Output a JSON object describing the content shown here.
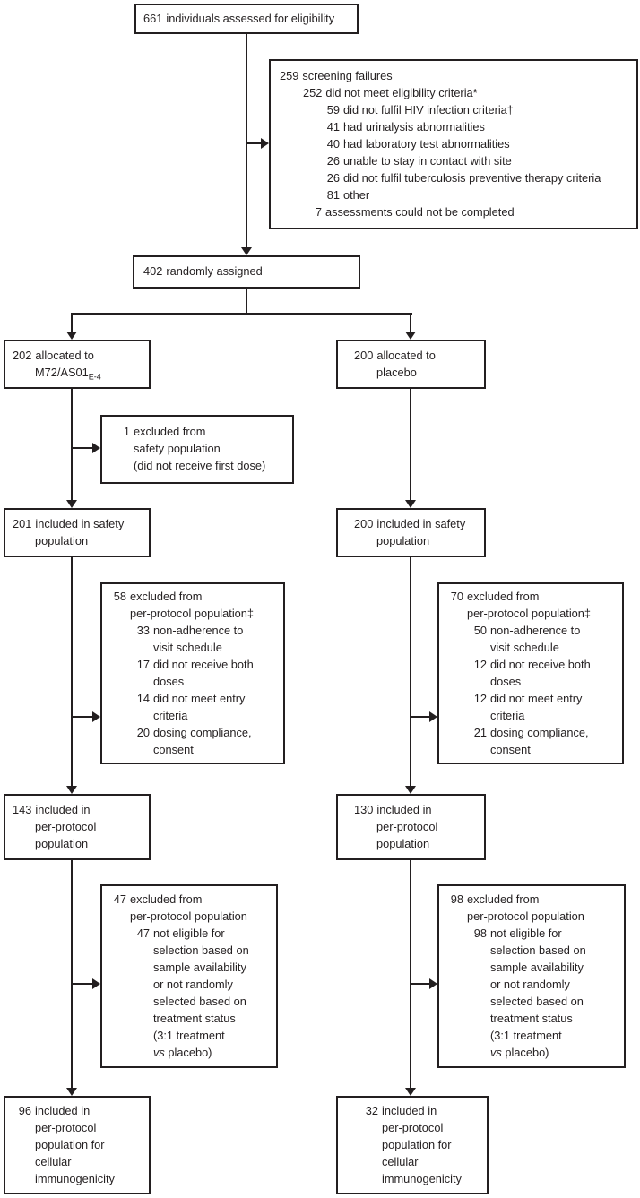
{
  "colors": {
    "ink": "#231f20",
    "background": "#ffffff"
  },
  "boxes": {
    "assessed": {
      "lines": [
        {
          "n": "661",
          "t": "individuals assessed for eligibility",
          "ind": 0
        }
      ]
    },
    "screening": {
      "lines": [
        {
          "n": "259",
          "t": "screening failures",
          "ind": 0
        },
        {
          "n": "252",
          "t": "did not meet eligibility criteria*",
          "ind": 1
        },
        {
          "n": "59",
          "t": "did not fulfil HIV infection criteria†",
          "ind": 2
        },
        {
          "n": "41",
          "t": "had urinalysis abnormalities",
          "ind": 2
        },
        {
          "n": "40",
          "t": "had laboratory test abnormalities",
          "ind": 2
        },
        {
          "n": "26",
          "t": "unable to stay in contact with site",
          "ind": 2
        },
        {
          "n": "26",
          "t": "did not fulfil tuberculosis preventive therapy criteria",
          "ind": 2
        },
        {
          "n": "81",
          "t": "other",
          "ind": 2
        },
        {
          "n": "7",
          "t": "assessments could not be completed",
          "ind": 1
        }
      ]
    },
    "randomized": {
      "lines": [
        {
          "n": "402",
          "t": "randomly assigned",
          "ind": 0
        }
      ]
    },
    "allocM72": {
      "lines": [
        {
          "n": "202",
          "t": "allocated to",
          "ind": 0
        },
        {
          "n": "",
          "t": "M72/AS01",
          "sub": "E-4",
          "ind": 0
        }
      ]
    },
    "allocPlacebo": {
      "lines": [
        {
          "n": "200",
          "t": "allocated to",
          "ind": 0
        },
        {
          "n": "",
          "t": "placebo",
          "ind": 0
        }
      ]
    },
    "safetyExclM72": {
      "lines": [
        {
          "n": "1",
          "t": "excluded from",
          "ind": 0
        },
        {
          "n": "",
          "t": "safety population",
          "ind": 0
        },
        {
          "n": "",
          "t": "(did not receive first dose)",
          "ind": 0
        }
      ]
    },
    "safetyM72": {
      "lines": [
        {
          "n": "201",
          "t": "included in safety",
          "ind": 0
        },
        {
          "n": "",
          "t": "population",
          "ind": 0
        }
      ]
    },
    "safetyPlacebo": {
      "lines": [
        {
          "n": "200",
          "t": "included in safety",
          "ind": 0
        },
        {
          "n": "",
          "t": "population",
          "ind": 0
        }
      ]
    },
    "ppExclM72": {
      "lines": [
        {
          "n": "58",
          "t": "excluded from",
          "ind": 0
        },
        {
          "n": "",
          "t": "per-protocol population‡",
          "ind": 0
        },
        {
          "n": "33",
          "t": "non-adherence to",
          "ind": 1
        },
        {
          "n": "",
          "t": "visit schedule",
          "ind": 1
        },
        {
          "n": "17",
          "t": "did not receive both",
          "ind": 1
        },
        {
          "n": "",
          "t": "doses",
          "ind": 1
        },
        {
          "n": "14",
          "t": "did not meet entry",
          "ind": 1
        },
        {
          "n": "",
          "t": "criteria",
          "ind": 1
        },
        {
          "n": "20",
          "t": "dosing compliance,",
          "ind": 1
        },
        {
          "n": "",
          "t": "consent",
          "ind": 1
        }
      ]
    },
    "ppExclPlacebo": {
      "lines": [
        {
          "n": "70",
          "t": "excluded from",
          "ind": 0
        },
        {
          "n": "",
          "t": "per-protocol population‡",
          "ind": 0
        },
        {
          "n": "50",
          "t": "non-adherence to",
          "ind": 1
        },
        {
          "n": "",
          "t": "visit schedule",
          "ind": 1
        },
        {
          "n": "12",
          "t": "did not receive both",
          "ind": 1
        },
        {
          "n": "",
          "t": "doses",
          "ind": 1
        },
        {
          "n": "12",
          "t": "did not meet entry",
          "ind": 1
        },
        {
          "n": "",
          "t": "criteria",
          "ind": 1
        },
        {
          "n": "21",
          "t": "dosing compliance,",
          "ind": 1
        },
        {
          "n": "",
          "t": "consent",
          "ind": 1
        }
      ]
    },
    "ppM72": {
      "lines": [
        {
          "n": "143",
          "t": "included in",
          "ind": 0
        },
        {
          "n": "",
          "t": "per-protocol",
          "ind": 0
        },
        {
          "n": "",
          "t": "population",
          "ind": 0
        }
      ]
    },
    "ppPlacebo": {
      "lines": [
        {
          "n": "130",
          "t": "included in",
          "ind": 0
        },
        {
          "n": "",
          "t": "per-protocol",
          "ind": 0
        },
        {
          "n": "",
          "t": "population",
          "ind": 0
        }
      ]
    },
    "cellExclM72": {
      "lines": [
        {
          "n": "47",
          "t": "excluded from",
          "ind": 0
        },
        {
          "n": "",
          "t": "per-protocol population",
          "ind": 0
        },
        {
          "n": "47",
          "t": "not eligible for",
          "ind": 1
        },
        {
          "n": "",
          "t": "selection based on",
          "ind": 1
        },
        {
          "n": "",
          "t": "sample availability",
          "ind": 1
        },
        {
          "n": "",
          "t": "or not randomly",
          "ind": 1
        },
        {
          "n": "",
          "t": "selected based on",
          "ind": 1
        },
        {
          "n": "",
          "t": "treatment status",
          "ind": 1
        },
        {
          "n": "",
          "t": "(3:1 treatment",
          "ind": 1
        },
        {
          "n": "",
          "t": "placebo)",
          "it": "vs ",
          "ind": 1
        }
      ]
    },
    "cellExclPlacebo": {
      "lines": [
        {
          "n": "98",
          "t": "excluded from",
          "ind": 0
        },
        {
          "n": "",
          "t": "per-protocol population",
          "ind": 0
        },
        {
          "n": "98",
          "t": "not eligible for",
          "ind": 1
        },
        {
          "n": "",
          "t": "selection based on",
          "ind": 1
        },
        {
          "n": "",
          "t": "sample availability",
          "ind": 1
        },
        {
          "n": "",
          "t": "or not randomly",
          "ind": 1
        },
        {
          "n": "",
          "t": "selected based on",
          "ind": 1
        },
        {
          "n": "",
          "t": "treatment status",
          "ind": 1
        },
        {
          "n": "",
          "t": "(3:1 treatment",
          "ind": 1
        },
        {
          "n": "",
          "t": "placebo)",
          "it": "vs ",
          "ind": 1
        }
      ]
    },
    "cellM72": {
      "lines": [
        {
          "n": "96",
          "t": "included in",
          "ind": 0
        },
        {
          "n": "",
          "t": "per-protocol",
          "ind": 0
        },
        {
          "n": "",
          "t": "population for",
          "ind": 0
        },
        {
          "n": "",
          "t": "cellular",
          "ind": 0
        },
        {
          "n": "",
          "t": "immunogenicity",
          "ind": 0
        }
      ]
    },
    "cellPlacebo": {
      "lines": [
        {
          "n": "32",
          "t": "included in",
          "ind": 0
        },
        {
          "n": "",
          "t": "per-protocol",
          "ind": 0
        },
        {
          "n": "",
          "t": "population for",
          "ind": 0
        },
        {
          "n": "",
          "t": "cellular",
          "ind": 0
        },
        {
          "n": "",
          "t": "immunogenicity",
          "ind": 0
        }
      ]
    }
  }
}
